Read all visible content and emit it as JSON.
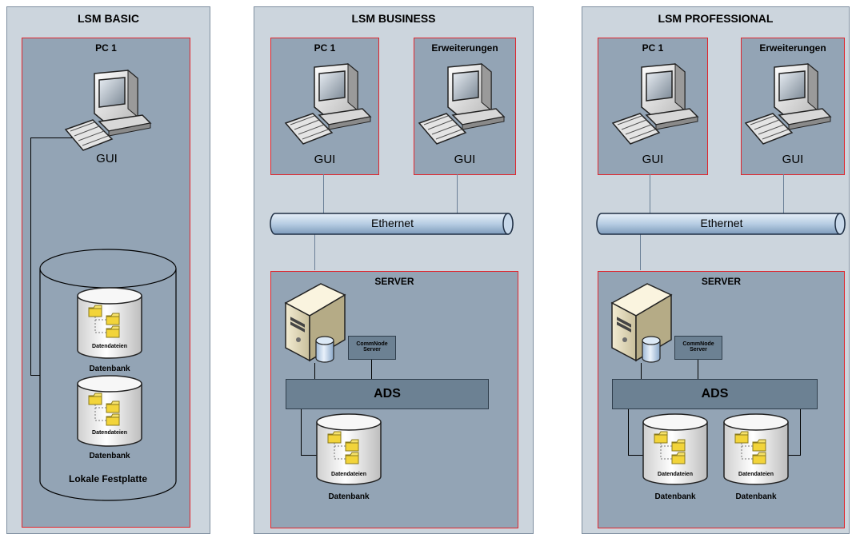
{
  "columns": [
    {
      "title": "LSM BASIC",
      "pc": {
        "title": "PC 1",
        "gui": "GUI"
      },
      "databases": [
        {
          "inner": "Datendateien",
          "label": "Datenbank"
        },
        {
          "inner": "Datendateien",
          "label": "Datenbank"
        }
      ],
      "disk_label": "Lokale Festplatte"
    },
    {
      "title": "LSM BUSINESS",
      "pc": {
        "title": "PC 1",
        "gui": "GUI"
      },
      "ext": {
        "title": "Erweiterungen",
        "gui": "GUI"
      },
      "network": "Ethernet",
      "server": {
        "title": "SERVER",
        "commnode": "CommNode Server",
        "ads": "ADS",
        "databases": [
          {
            "inner": "Datendateien",
            "label": "Datenbank"
          }
        ]
      }
    },
    {
      "title": "LSM PROFESSIONAL",
      "pc": {
        "title": "PC 1",
        "gui": "GUI"
      },
      "ext": {
        "title": "Erweiterungen",
        "gui": "GUI"
      },
      "network": "Ethernet",
      "server": {
        "title": "SERVER",
        "commnode": "CommNode Server",
        "ads": "ADS",
        "databases": [
          {
            "inner": "Datendateien",
            "label": "Datenbank"
          },
          {
            "inner": "Datendateien",
            "label": "Datenbank"
          }
        ]
      }
    }
  ],
  "colors": {
    "column_bg": "#ccd5dd",
    "box_bg": "#93a4b5",
    "box_border": "#e0262d",
    "ads_bg": "#6c8193",
    "ethernet": "#b7cde3"
  },
  "icons": [
    "computer-icon",
    "server-tower-icon",
    "database-cylinder-icon",
    "folder-icon",
    "ethernet-pipe-icon",
    "hard-disk-icon"
  ]
}
